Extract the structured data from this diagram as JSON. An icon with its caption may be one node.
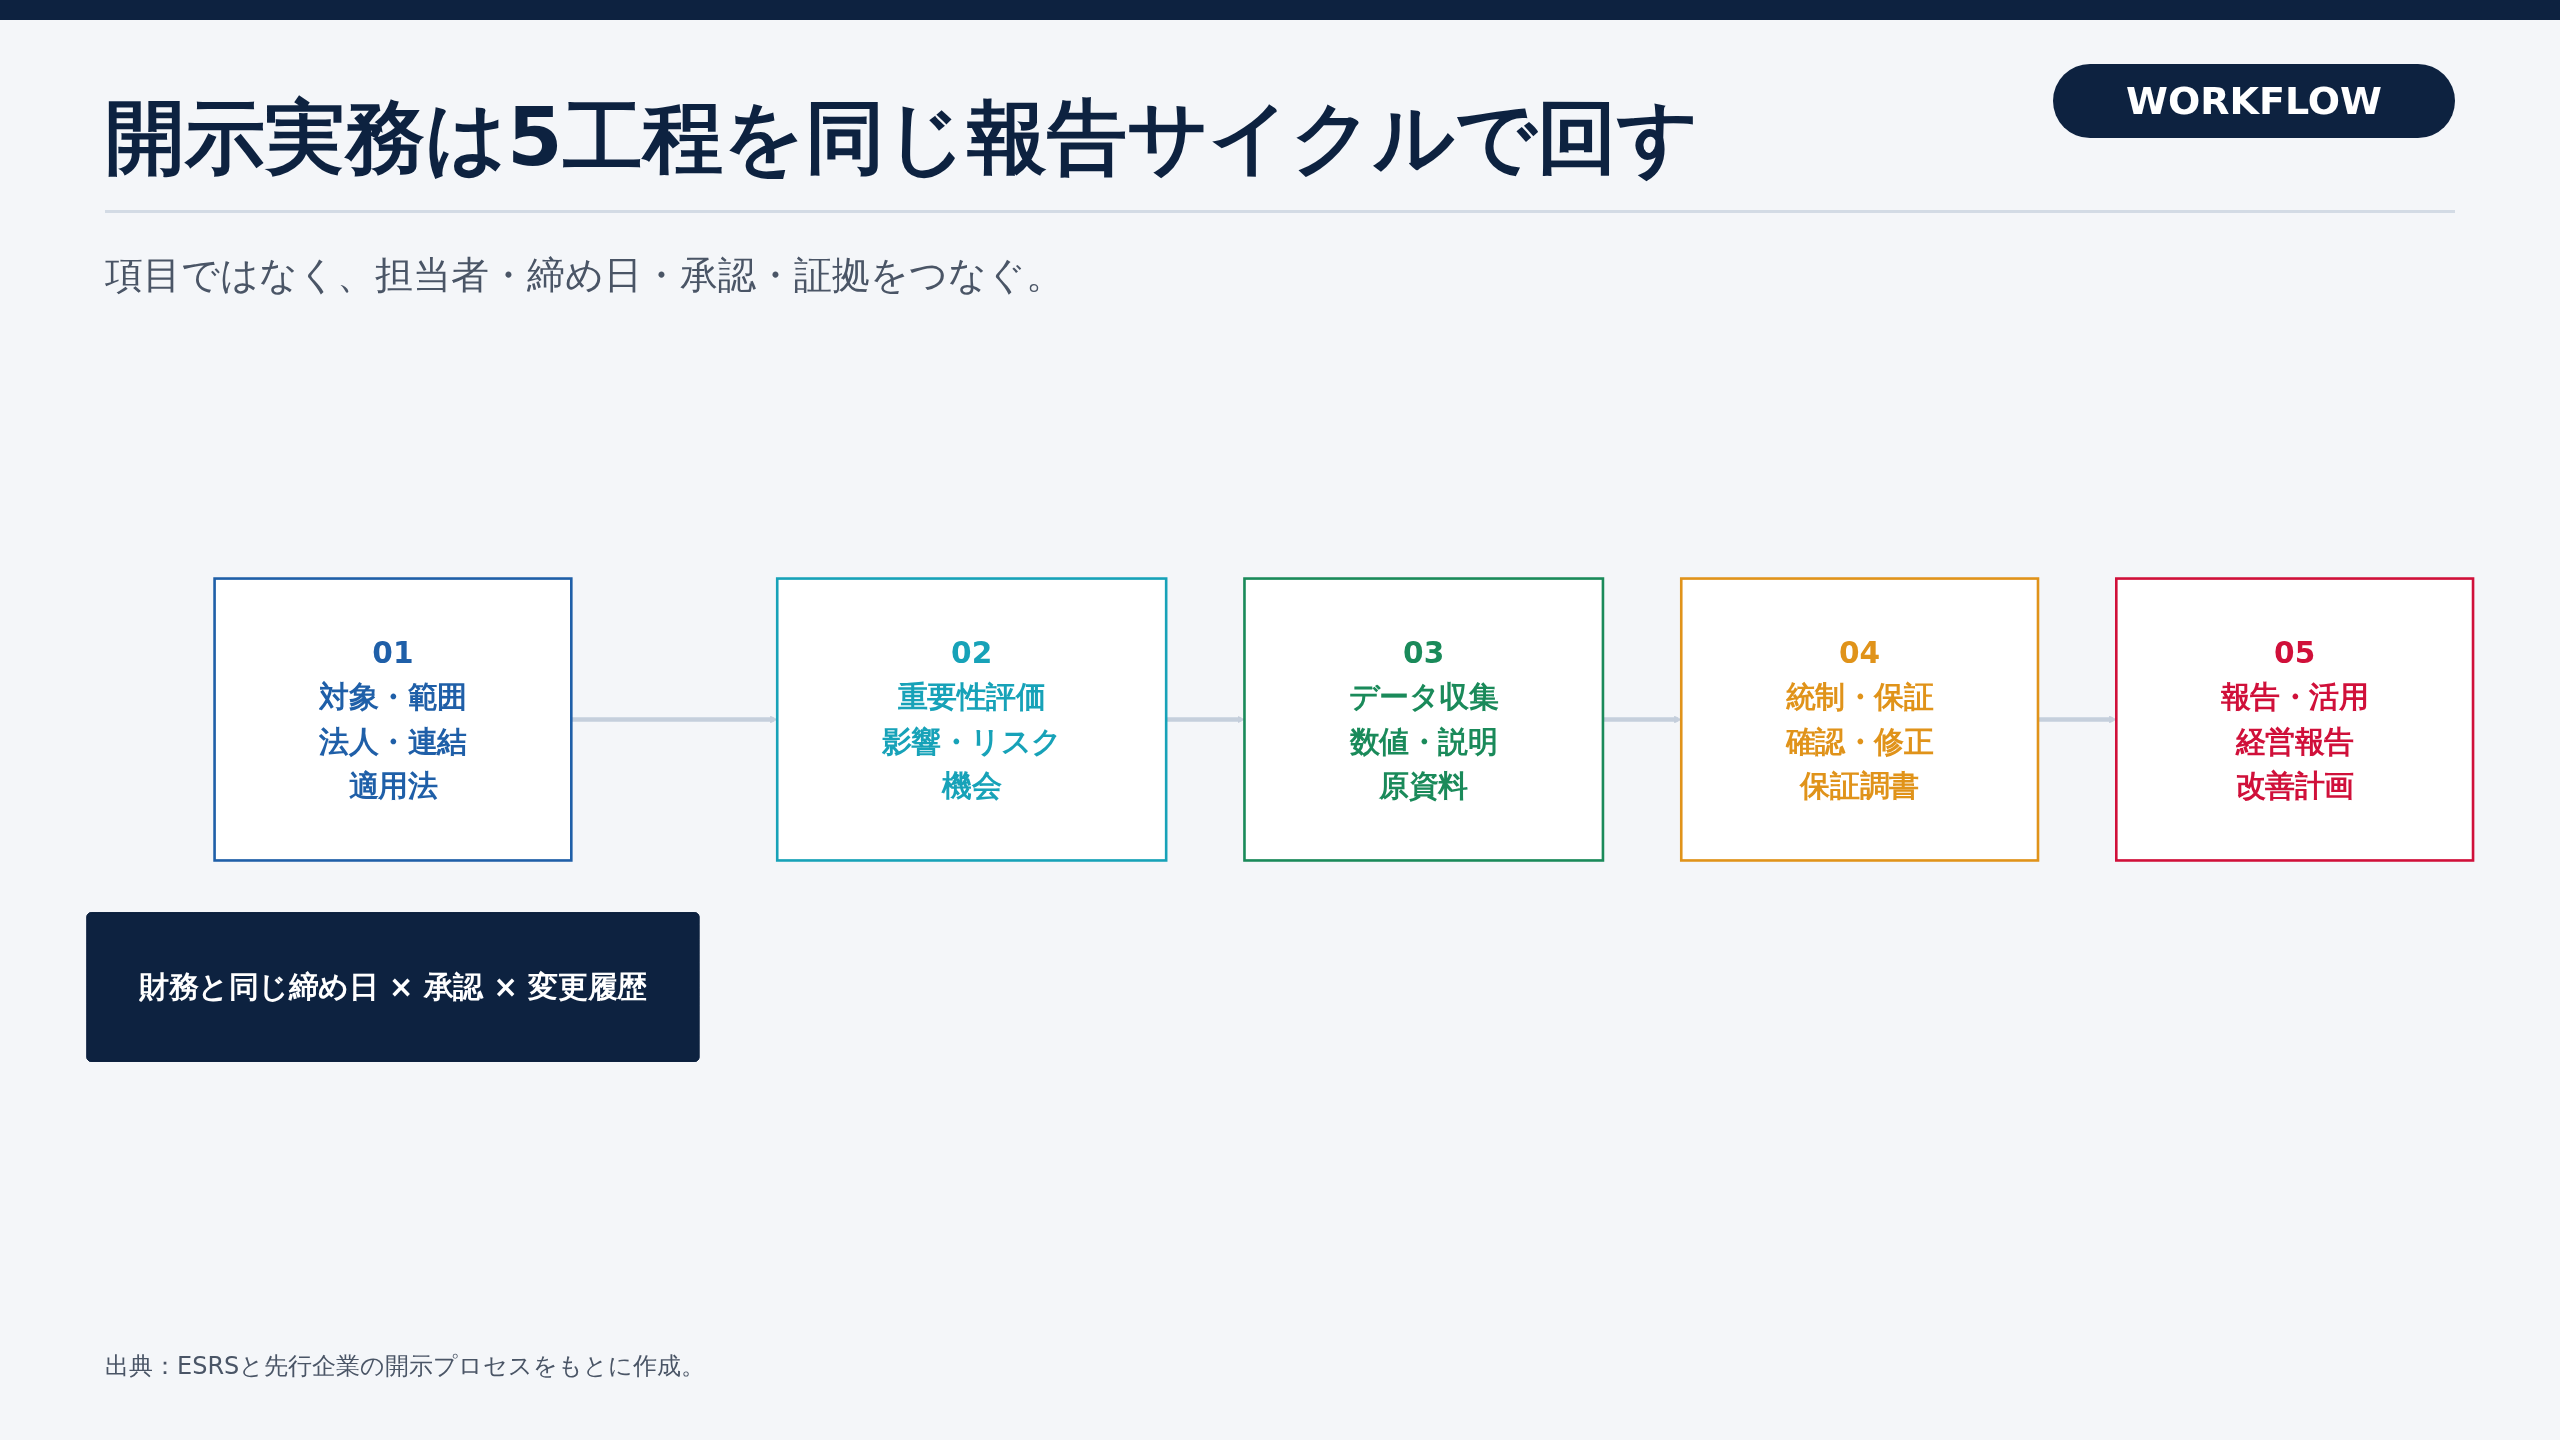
{
  "diagram": {
    "title": "開示実務は5工程を同じ報告サイクルで回す",
    "nodes": [
      {
        "text": [
          "01",
          "対象・範囲",
          "法人・連結",
          "適用法"
        ]
      },
      {
        "text": [
          "02",
          "重要性評価",
          "影響・リスク",
          "機会"
        ]
      },
      {
        "text": [
          "03",
          "データ収集",
          "数値・説明",
          "原資料"
        ]
      },
      {
        "text": [
          "04",
          "統制・保証",
          "確認・修正",
          "保証調書"
        ]
      },
      {
        "text": [
          "05",
          "報告・活用",
          "経営報告",
          "改善計画"
        ]
      },
      {
        "text": [
          "財務と同じ締め日 × 承認 × 変更履歴"
        ]
      }
    ],
    "edges": [
      {
        "from": 0,
        "to": 1,
        "arrow": "to",
        "color": "#c5cfdc"
      },
      {
        "from": 1,
        "to": 2,
        "arrow": "to",
        "color": "#c5cfdc"
      },
      {
        "from": 2,
        "to": 3,
        "arrow": "to",
        "color": "#c5cfdc"
      },
      {
        "from": 3,
        "to": 4,
        "arrow": "to",
        "color": "#c5cfdc"
      }
    ],
    "labels": [
      "WORKFLOW",
      "項目ではなく、担当者・締め日・承認・証拠をつなぐ。",
      "出典：ESRSと先行企業の開示プロセスをもとに作成。"
    ]
  }
}
